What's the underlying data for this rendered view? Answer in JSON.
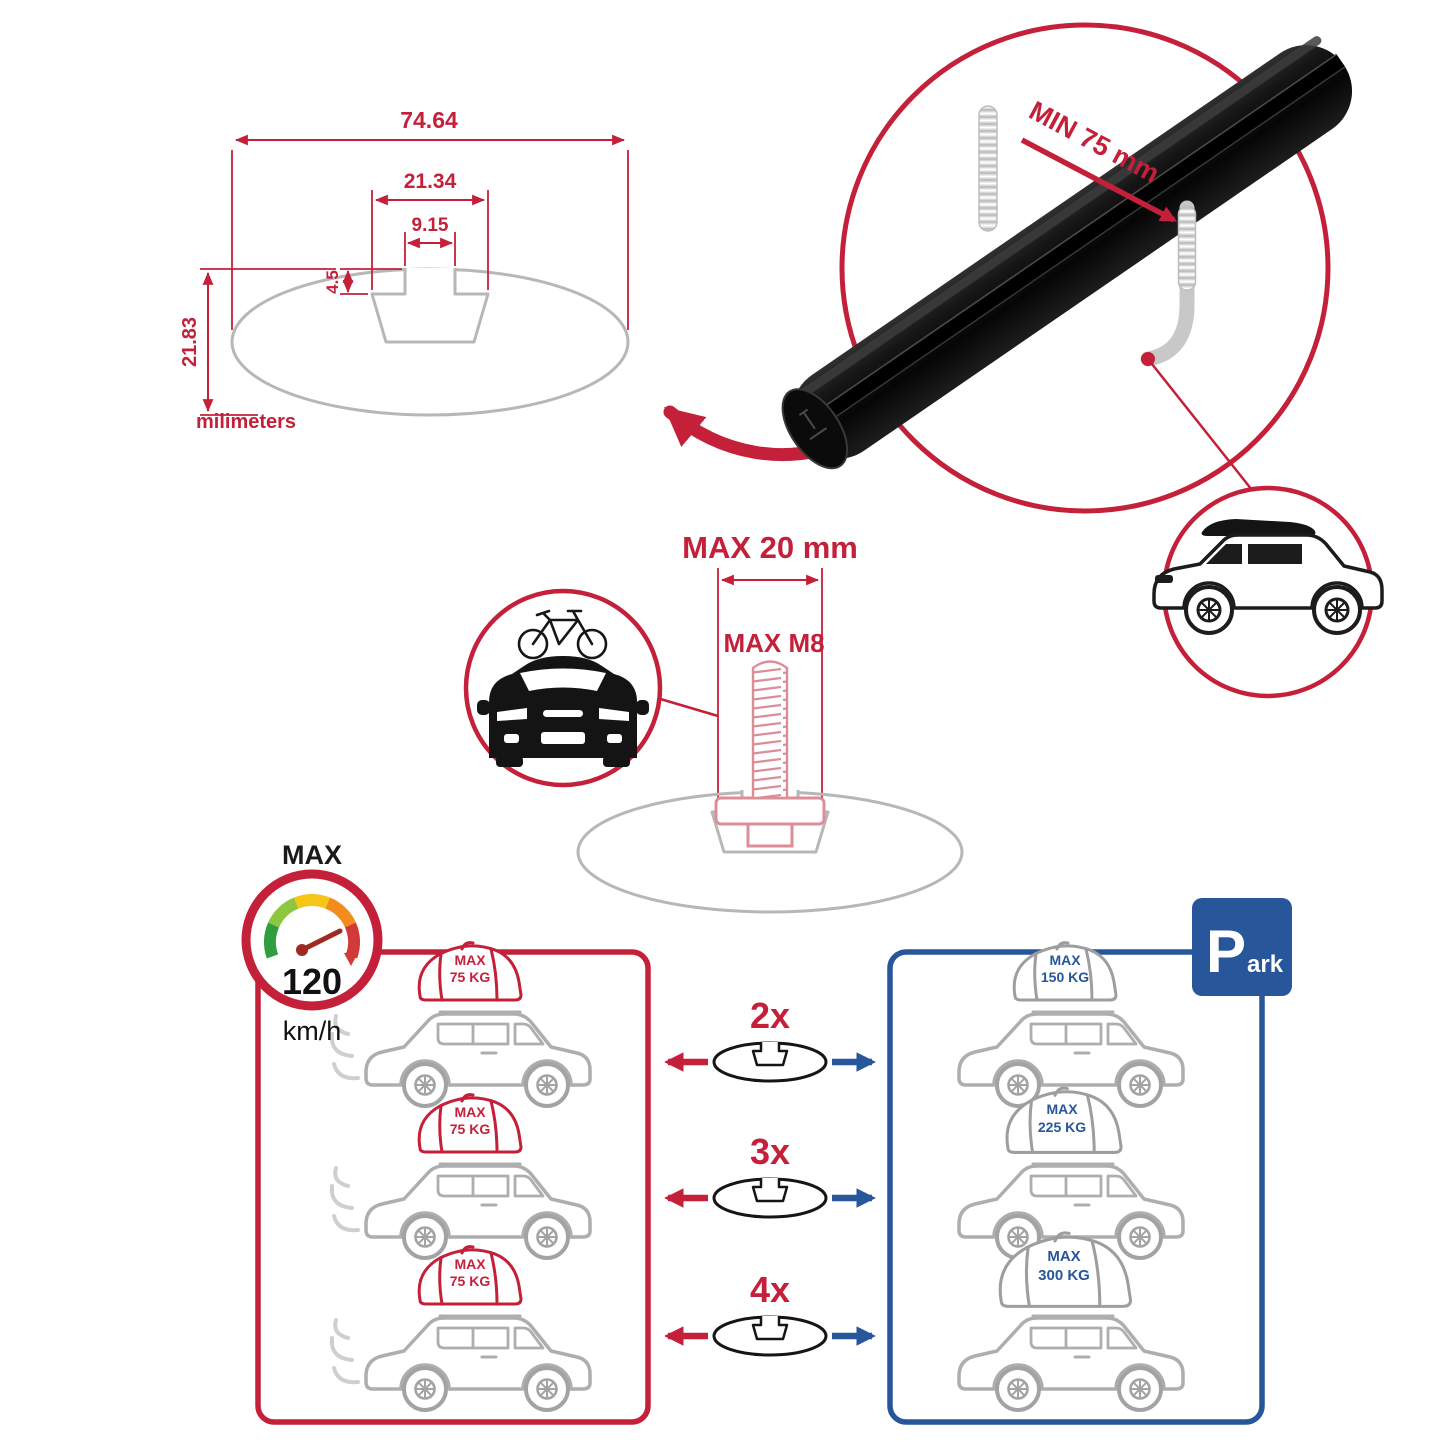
{
  "colors": {
    "red": "#C4203A",
    "blue": "#27569B",
    "gray": "#B7B7B7",
    "black": "#161616"
  },
  "cross_section": {
    "overall_width": "74.64",
    "channel_width": "21.34",
    "slot_opening": "9.15",
    "lip_depth": "4.5",
    "overall_height": "21.83",
    "units": "milimeters"
  },
  "clamp_detail": {
    "min_span": "MIN 75 mm"
  },
  "bolt_detail": {
    "max_width": "MAX 20 mm",
    "max_thread": "MAX M8"
  },
  "speed_limit": {
    "label": "MAX",
    "value": "120",
    "unit": "km/h"
  },
  "capacity": {
    "moving": [
      {
        "label": "MAX",
        "weight": "75 KG"
      },
      {
        "label": "MAX",
        "weight": "75 KG"
      },
      {
        "label": "MAX",
        "weight": "75 KG"
      }
    ],
    "multipliers": [
      "2x",
      "3x",
      "4x"
    ],
    "parked": [
      {
        "label": "MAX",
        "weight": "150 KG"
      },
      {
        "label": "MAX",
        "weight": "225 KG"
      },
      {
        "label": "MAX",
        "weight": "300 KG"
      }
    ],
    "park_sign": {
      "letter": "P",
      "rest": "ark"
    }
  }
}
